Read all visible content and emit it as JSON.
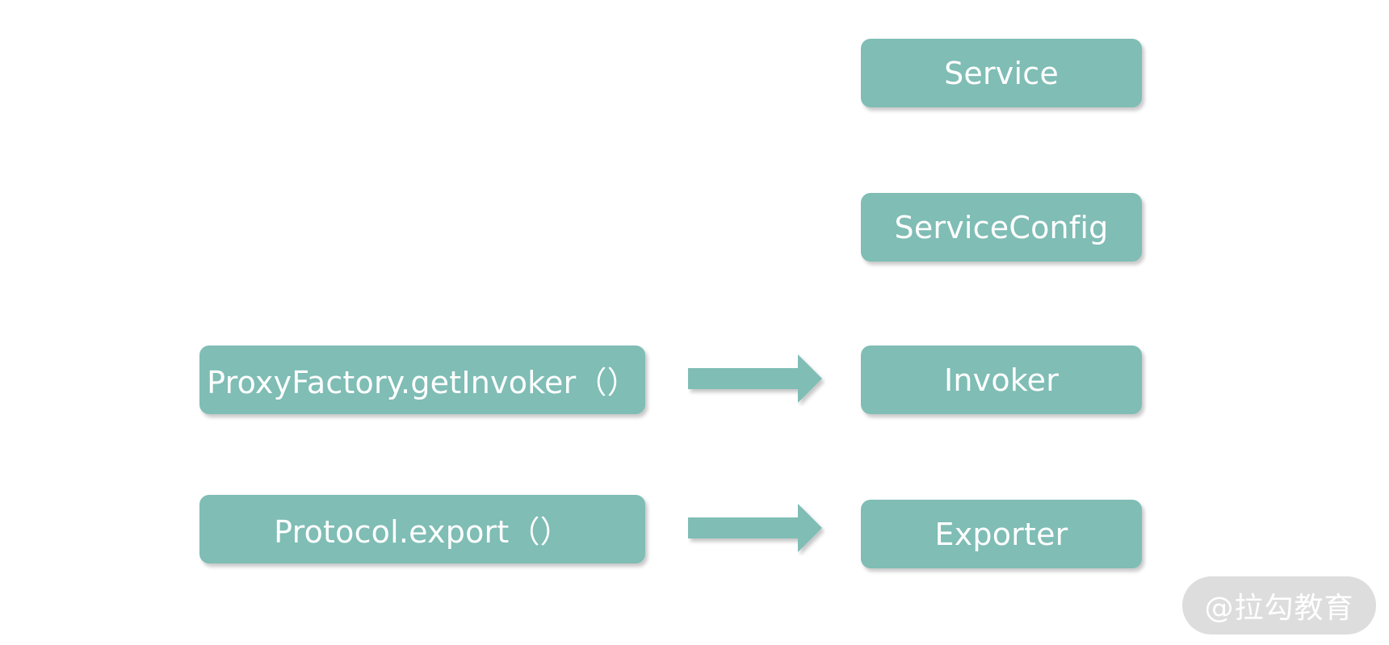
{
  "diagram": {
    "nodes": {
      "service": "Service",
      "service_config": "ServiceConfig",
      "invoker": "Invoker",
      "exporter": "Exporter",
      "proxy_factory": "ProxyFactory.getInvoker（）",
      "protocol_export": "Protocol.export（）"
    },
    "colors": {
      "box_fill": "#7fbdb5",
      "text": "#ffffff"
    }
  },
  "watermark": "@拉勾教育"
}
